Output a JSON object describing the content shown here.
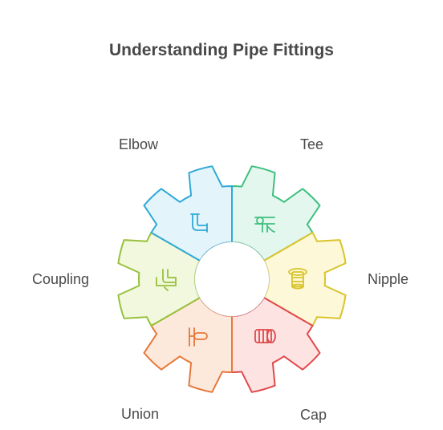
{
  "title": "Understanding Pipe Fittings",
  "segments": [
    {
      "id": "tee",
      "label": "Tee",
      "icon": "tee-fitting-icon",
      "fill": "#e3f7ee",
      "stroke": "#3fbf7f"
    },
    {
      "id": "nipple",
      "label": "Nipple",
      "icon": "nipple-fitting-icon",
      "fill": "#fdf8d8",
      "stroke": "#d9c32b"
    },
    {
      "id": "cap",
      "label": "Cap",
      "icon": "cap-fitting-icon",
      "fill": "#fde4e3",
      "stroke": "#e0494c"
    },
    {
      "id": "union",
      "label": "Union",
      "icon": "union-fitting-icon",
      "fill": "#fde9dc",
      "stroke": "#e8773a"
    },
    {
      "id": "coupling",
      "label": "Coupling",
      "icon": "coupling-fitting-icon",
      "fill": "#f1f8de",
      "stroke": "#98c13c"
    },
    {
      "id": "elbow",
      "label": "Elbow",
      "icon": "elbow-fitting-icon",
      "fill": "#e3f4fb",
      "stroke": "#2fa9d6"
    }
  ]
}
